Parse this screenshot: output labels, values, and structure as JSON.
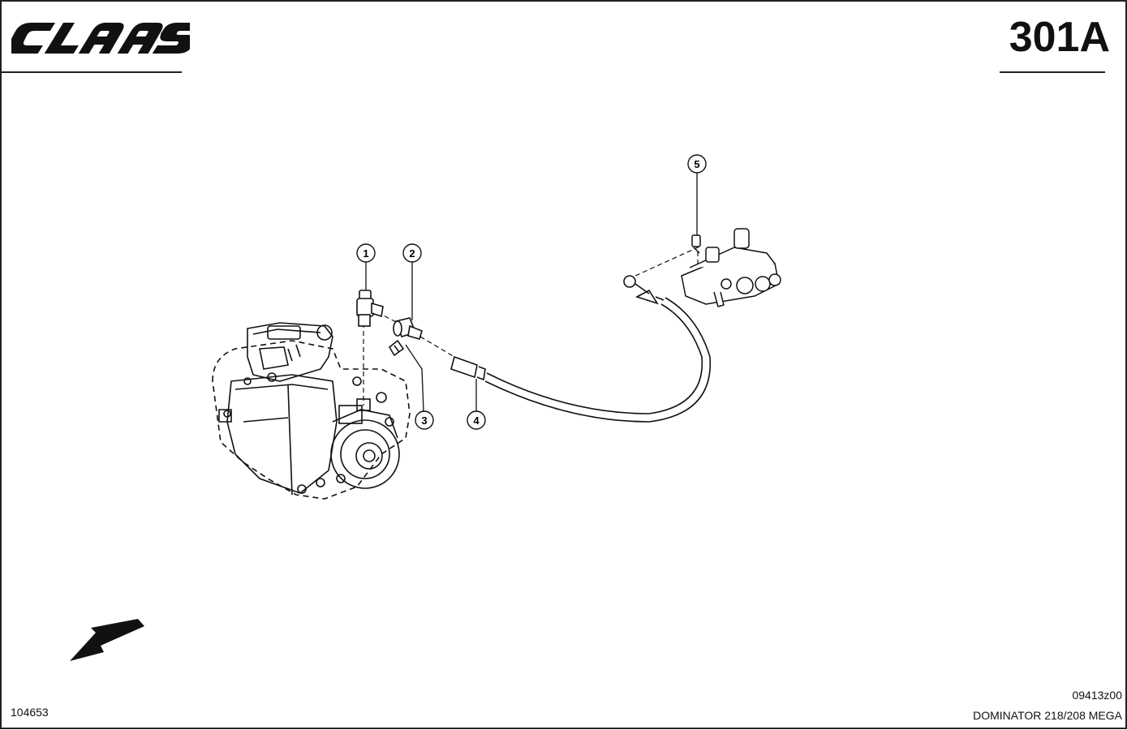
{
  "header": {
    "brand": "CLAAS",
    "page_number": "301A"
  },
  "callouts": [
    {
      "label": "1"
    },
    {
      "label": "2"
    },
    {
      "label": "3"
    },
    {
      "label": "4"
    },
    {
      "label": "5"
    }
  ],
  "footer": {
    "drawing_id": "104653",
    "drawing_code": "09413z00",
    "model": "DOMINATOR 218/208 MEGA"
  }
}
